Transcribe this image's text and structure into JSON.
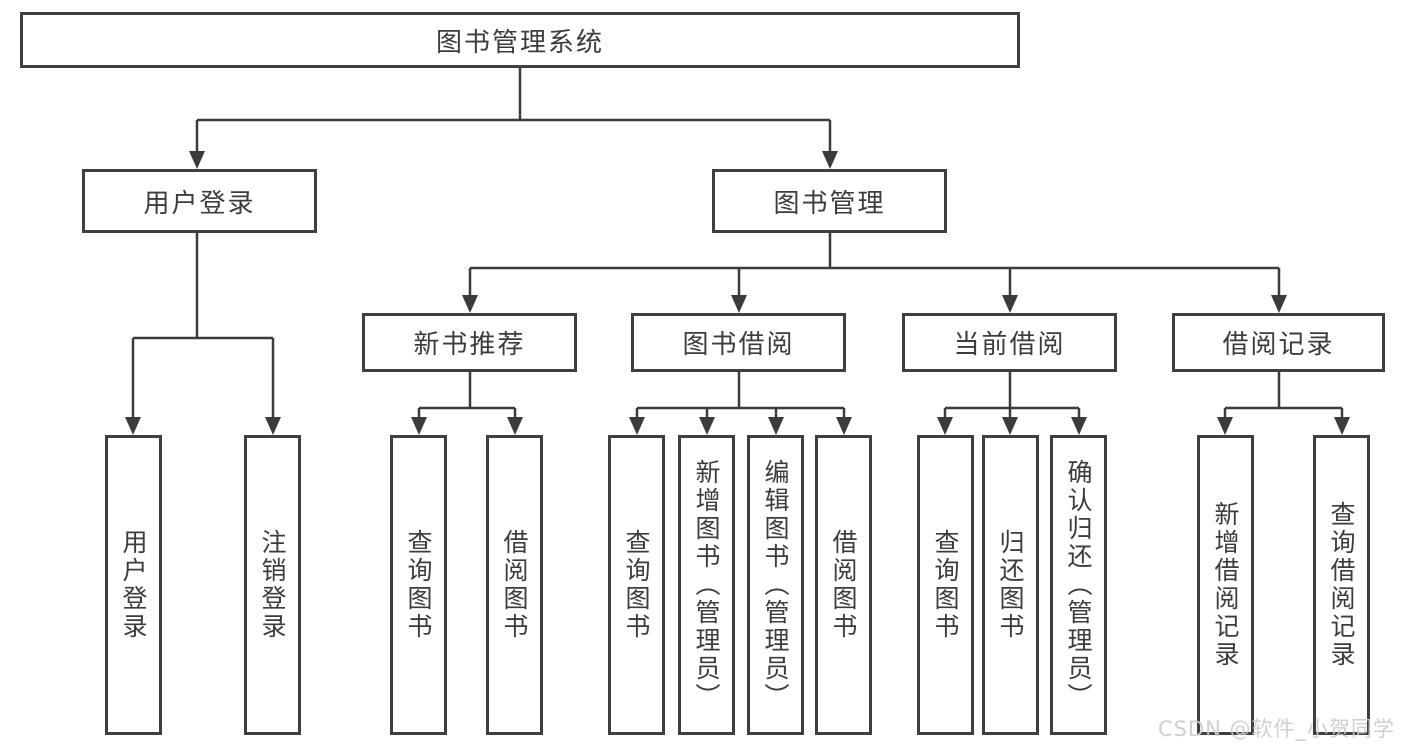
{
  "diagram": {
    "root": {
      "label": "图书管理系统"
    },
    "branches": [
      {
        "label": "用户登录",
        "children": [
          {
            "label": "用户登录"
          },
          {
            "label": "注销登录"
          }
        ]
      },
      {
        "label": "图书管理",
        "sections": [
          {
            "label": "新书推荐",
            "children": [
              {
                "label": "查询图书"
              },
              {
                "label": "借阅图书"
              }
            ]
          },
          {
            "label": "图书借阅",
            "children": [
              {
                "label": "查询图书"
              },
              {
                "label": "新增图书（管理员）"
              },
              {
                "label": "编辑图书（管理员）"
              },
              {
                "label": "借阅图书"
              }
            ]
          },
          {
            "label": "当前借阅",
            "children": [
              {
                "label": "查询图书"
              },
              {
                "label": "归还图书"
              },
              {
                "label": "确认归还（管理员）"
              }
            ]
          },
          {
            "label": "借阅记录",
            "children": [
              {
                "label": "新增借阅记录"
              },
              {
                "label": "查询借阅记录"
              }
            ]
          }
        ]
      }
    ]
  },
  "watermark": {
    "text": "CSDN @软件_小贺同学"
  },
  "colors": {
    "line": "#3b3b3b",
    "box_border": "#3f3f3f",
    "box_background": "#ffffff",
    "text": "#3c3c3c",
    "watermark": "#cccccc"
  }
}
